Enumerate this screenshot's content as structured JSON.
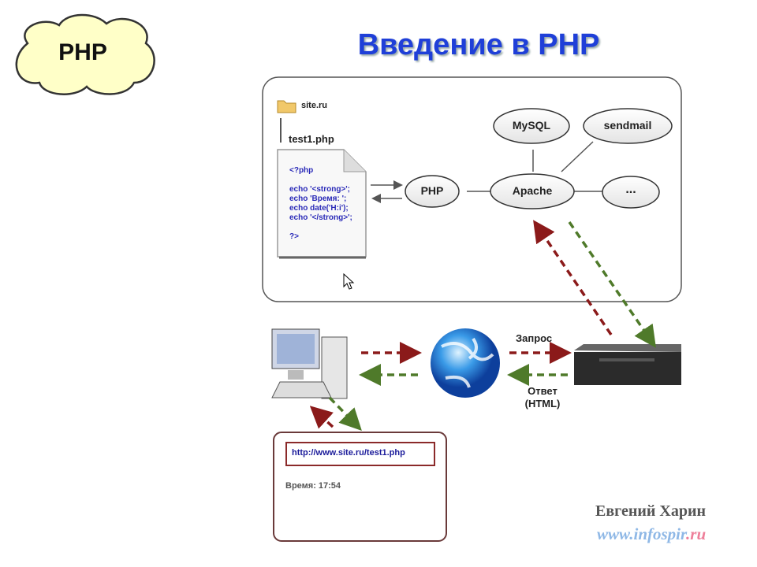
{
  "badge": "PHP",
  "title": "Введение в PHP",
  "folder": "site.ru",
  "file": "test1.php",
  "code": [
    "<?php",
    "",
    "echo '<strong>';",
    "echo 'Время: ';",
    "echo date('H:i');",
    "echo '</strong>';",
    "",
    "?>"
  ],
  "nodes": {
    "php": "PHP",
    "apache": "Apache",
    "more": "...",
    "mysql": "MySQL",
    "sendmail": "sendmail"
  },
  "request": "Запрос",
  "response": [
    "Ответ",
    "(HTML)"
  ],
  "browser": {
    "url": "http://www.site.ru/test1.php",
    "output": "Время: 17:54"
  },
  "author": "Евгений Харин",
  "site": {
    "main": "www.infospir",
    "tld": ".ru"
  },
  "colors": {
    "title": "#1f3fd8",
    "request": "#8b1a1a",
    "response": "#4f7a2a"
  }
}
